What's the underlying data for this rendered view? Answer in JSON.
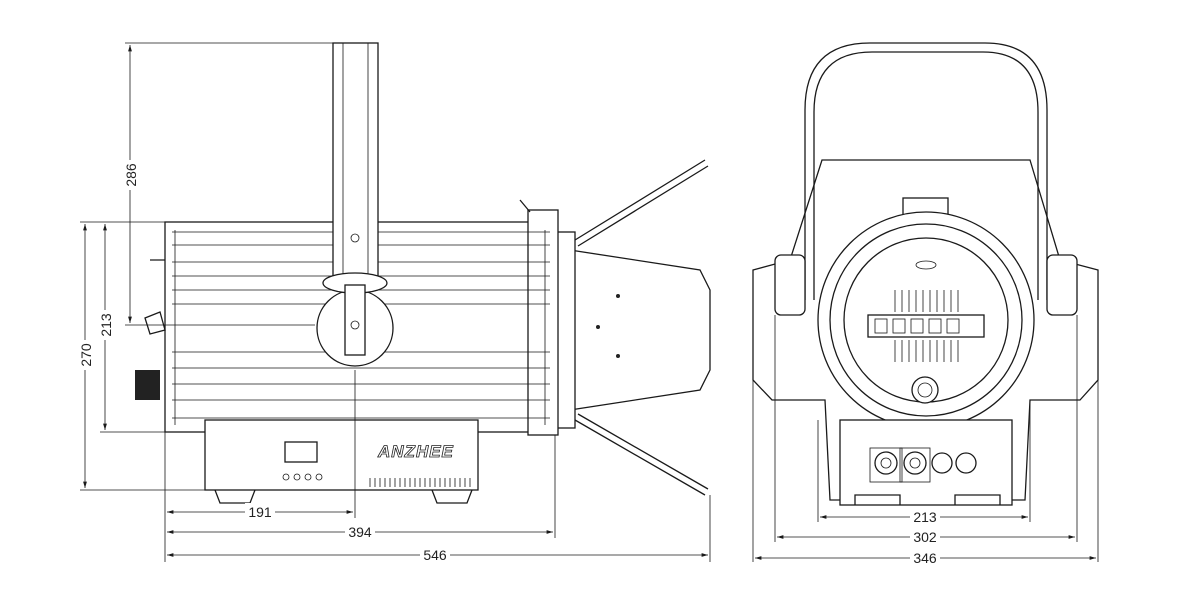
{
  "title": "Fresnel spotlight dimension drawing",
  "brand_logo": "ANZHEE",
  "side_view": {
    "dimensions": {
      "yoke_height": "286",
      "body_height": "213",
      "total_height": "270",
      "base_to_yoke": "191",
      "body_length": "394",
      "total_length": "546"
    }
  },
  "front_view": {
    "dimensions": {
      "inner_width": "213",
      "body_width": "302",
      "total_width": "346"
    }
  }
}
